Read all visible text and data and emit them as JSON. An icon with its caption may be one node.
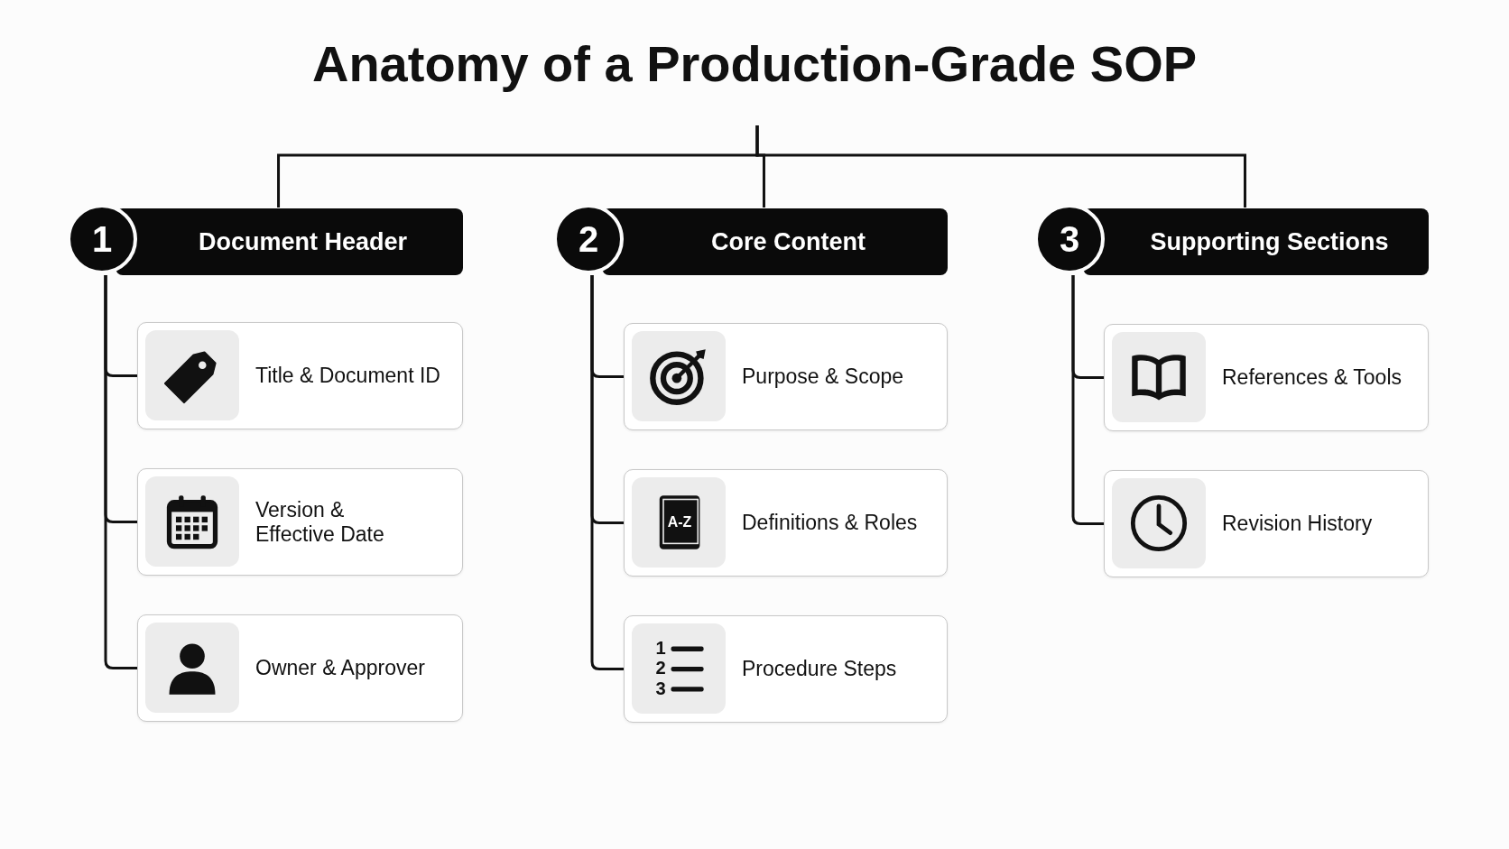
{
  "diagram": {
    "title": "Anatomy of a Production-Grade SOP",
    "nodes": [
      {
        "text": [
          "1",
          "Document Header"
        ]
      },
      {
        "text": [
          "Title & Document ID"
        ]
      },
      {
        "text": [
          "Version & Effective Date"
        ]
      },
      {
        "text": [
          "Owner & Approver"
        ]
      },
      {
        "text": [
          "2",
          "Core Content"
        ]
      },
      {
        "text": [
          "Purpose & Scope"
        ]
      },
      {
        "text": [
          "Definitions & Roles"
        ]
      },
      {
        "text": [
          "Procedure Steps"
        ]
      },
      {
        "text": [
          "3",
          "Supporting Sections"
        ]
      },
      {
        "text": [
          "References & Tools"
        ]
      },
      {
        "text": [
          "Revision History"
        ]
      }
    ],
    "edges": [
      {
        "from": null,
        "to": 0,
        "arrow": "none"
      },
      {
        "from": null,
        "to": 4,
        "arrow": "none"
      },
      {
        "from": null,
        "to": 8,
        "arrow": "none"
      },
      {
        "from": 0,
        "to": 1,
        "arrow": "none"
      },
      {
        "from": 0,
        "to": 2,
        "arrow": "none"
      },
      {
        "from": 0,
        "to": 3,
        "arrow": "none"
      },
      {
        "from": 4,
        "to": 5,
        "arrow": "none"
      },
      {
        "from": 4,
        "to": 6,
        "arrow": "none"
      },
      {
        "from": 4,
        "to": 7,
        "arrow": "none"
      },
      {
        "from": 8,
        "to": 9,
        "arrow": "none"
      },
      {
        "from": 8,
        "to": 10,
        "arrow": "none"
      }
    ],
    "labels": [
      "A-Z",
      "1",
      "2",
      "3"
    ]
  }
}
